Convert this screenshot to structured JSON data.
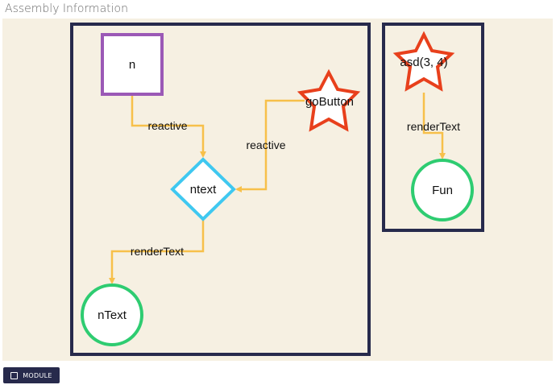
{
  "header": {
    "title": "Assembly Information"
  },
  "diagram": {
    "nodes": [
      {
        "id": "n",
        "label": "n",
        "shape": "square",
        "color": "#9b59b6"
      },
      {
        "id": "goButton",
        "label": "goButton",
        "shape": "star",
        "color": "#e8401c"
      },
      {
        "id": "ntext",
        "label": "ntext",
        "shape": "diamond",
        "color": "#3fc8f0"
      },
      {
        "id": "nText",
        "label": "nText",
        "shape": "circle",
        "color": "#2ecc71"
      },
      {
        "id": "asd",
        "label": "asd(3, 4)",
        "shape": "star",
        "color": "#e8401c"
      },
      {
        "id": "Fun",
        "label": "Fun",
        "shape": "circle",
        "color": "#2ecc71"
      }
    ],
    "edges": [
      {
        "from": "n",
        "to": "ntext",
        "label": "reactive"
      },
      {
        "from": "goButton",
        "to": "ntext",
        "label": "reactive"
      },
      {
        "from": "ntext",
        "to": "nText",
        "label": "renderText"
      },
      {
        "from": "asd",
        "to": "Fun",
        "label": "renderText"
      }
    ],
    "colors": {
      "edge": "#f7c04a",
      "module_border": "#272a4c",
      "background": "#f6f0e2"
    }
  },
  "footer": {
    "module_button": "MODULE"
  }
}
